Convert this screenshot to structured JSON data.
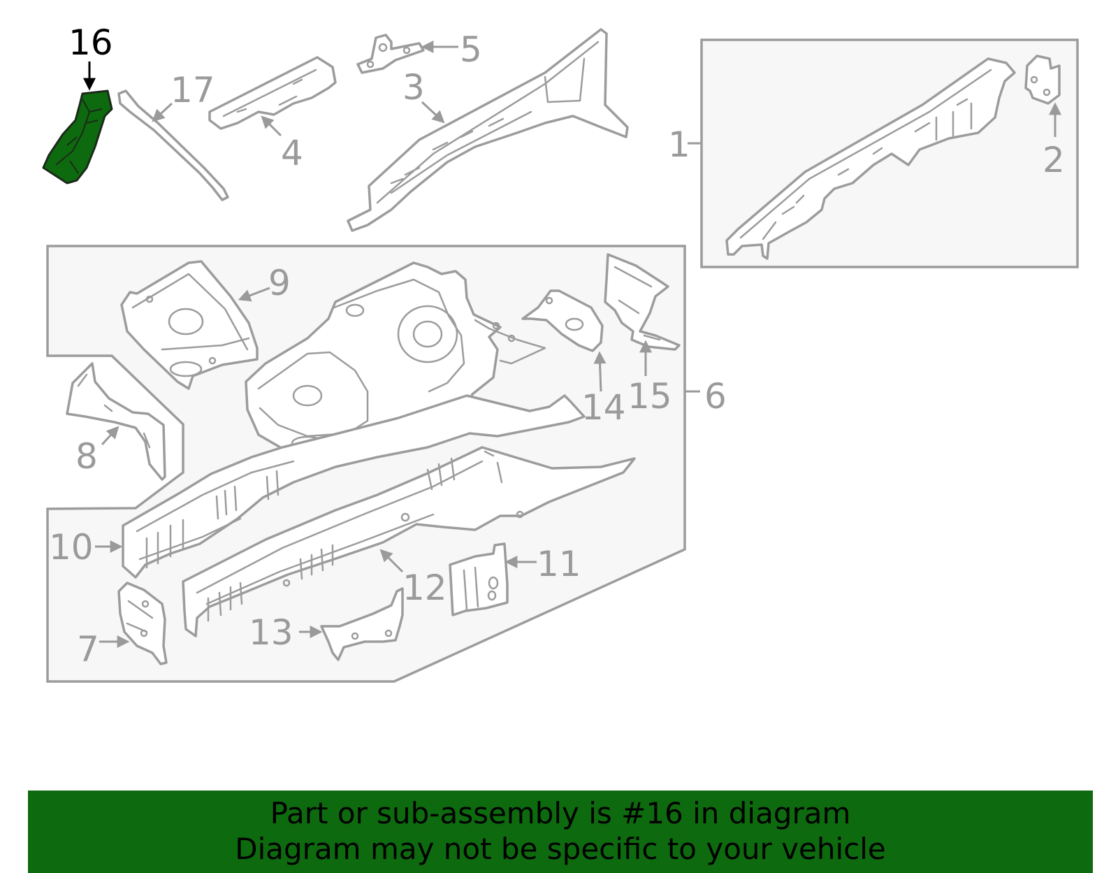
{
  "diagram": {
    "highlight_color": "#0e6a0e",
    "callouts": [
      "1",
      "2",
      "3",
      "4",
      "5",
      "6",
      "7",
      "8",
      "9",
      "10",
      "11",
      "12",
      "13",
      "14",
      "15",
      "16",
      "17"
    ],
    "highlighted_callout": "16"
  },
  "banner": {
    "line1": "Part or sub-assembly is #16 in diagram",
    "line2": "Diagram may not be specific to your vehicle",
    "background": "#0e6a0e"
  }
}
